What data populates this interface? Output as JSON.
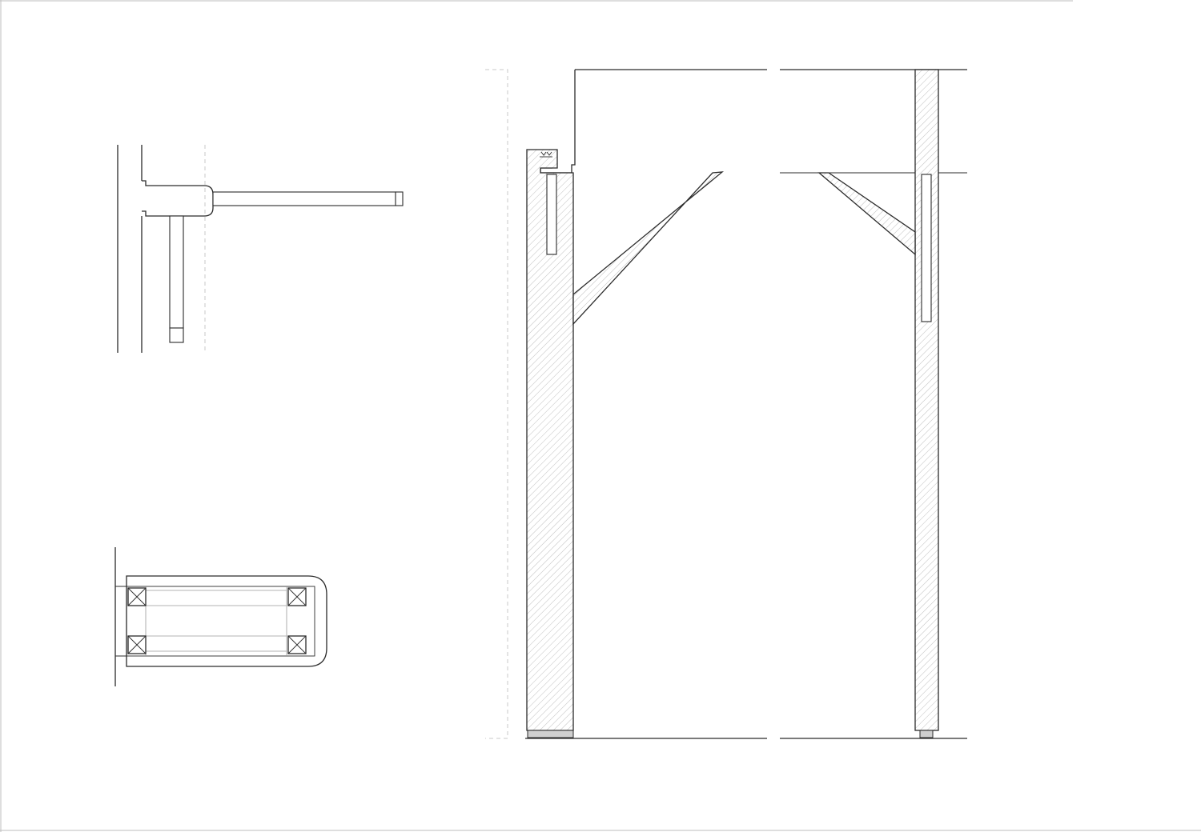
{
  "drawing": {
    "type": "technical-line-drawing",
    "views": [
      "side-detail",
      "plan-detail",
      "front-elevation"
    ],
    "colors": {
      "line": "#2b2b2b",
      "hatch": "#bfbfbf",
      "foot_fill": "#cfcfcf",
      "dash": "#c8c8c8",
      "background": "#ffffff"
    }
  }
}
